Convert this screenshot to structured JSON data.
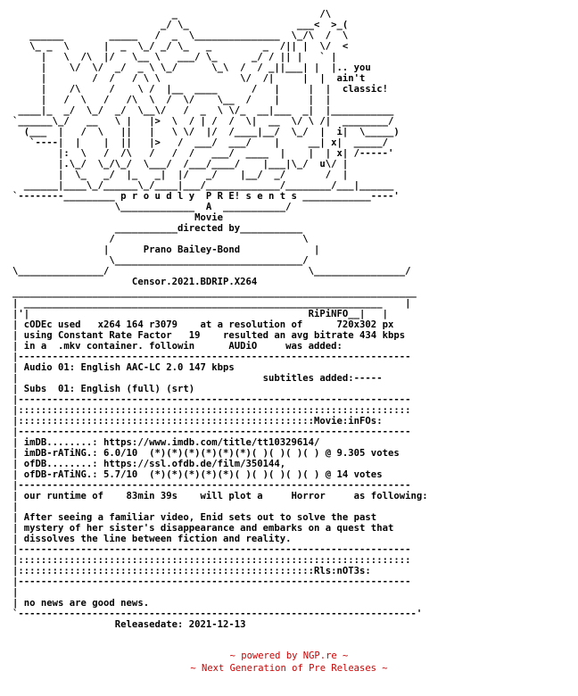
{
  "nfo": {
    "lines": [
      "                            _                         /\\  ",
      "                          _/ \\_                   ___<  >_(",
      "   ______        _____   /  _  \\_______________  \\_/\\  /  \\",
      "   \\_ _  \\      |  _  \\_/ _/ \\_   _         _  /|| |  \\/  <",
      "     |   \\  /\\  |/   \\__ \\   ___/ \\_      _/ / || |   ` |",
      "     |    \\/  \\/  _/  _ \\ \\_/      \\_\\  /  / _||___| |  |.. you",
      "     |        /  /   / \\ \\              \\/  /|     |  |  ain't",
      "     |    /\\     /    \\ /  |__  ____      /   |     |  |  classic!",
      "     |   /  \\   /   /\\  \\  /  \\/    \\__  /    |     |  |",
      " ____|_  _/  \\_/  _/  \\__\\/   /  _  \\ \\/_  __|___  _|  |___________",
      "`______\\_/   __   \\ |   |>  \\  / | /  /  \\|  __  \\/ \\ /|  ________/",
      "  (___  |   /  \\   ||   |   \\ \\/  |/  /____|__/  \\_/  |  i|  \\_____)",
      "   `----|  |    |  ||   |>   /  ___/  ___/    |     __| x|  _____/",
      "        |:  \\   /  /\\   /   /  /   ___/  ____  |    |  | x| /-----'",
      "        |.\\_/  \\_/\\_/  \\___/  /___/____/    |___|\\_/  u\\/ |",
      "        |  \\_   _/  |_   _|  |/   _/    |__/  _/       /  |",
      "  ______|____\\_/______\\_/____|___/_____________/________/___|______",
      "`--------_________ p r o u d l y  P R E! s e n t s ____________----'",
      "                  \\_____________  A  ___________/",
      "                                Movie",
      "                  ___________directed by___________",
      "                 /                                 \\",
      "                |      Prano Bailey-Bond             |",
      "                 \\_________________________________/",
      "\\_______________/                                   \\________________/",
      "                     Censor.2021.BDRIP.X264",
      "_______________________________________________________________________",
      "| _______________________________________________________________    |",
      "|'|                                                 RiPiNFO__|   |",
      "| cODEc used   x264 164 r3079    at a resolution of      720x302 px",
      "| using Constant Rate Factor   19    resulted an avg bitrate 434 kbps",
      "| in a  .mkv container. followin      AUDiO     was added:",
      "|---------------------------------------------------------------------",
      "| Audio 01: English AAC-LC 2.0 147 kbps",
      "|                                           subtitles added:-----",
      "| Subs  01: English (full) (srt)",
      "|---------------------------------------------------------------------",
      "|:::::::::::::::::::::::::::::::::::::::::::::::::::::::::::::::::::::",
      "|::::::::::::::::::::::::::::::::::::::::::::::::::::Movie:inFOs:",
      "|---------------------------------------------------------------------",
      "| imDB........: https://www.imdb.com/title/tt10329614/",
      "| imDB-rATiNG.: 6.0/10  (*)(*)(*)(*)(*)(*)( )( )( )( ) @ 9.305 votes",
      "| ofDB........: https://ssl.ofdb.de/film/350144,",
      "| ofDB-rATiNG.: 5.7/10  (*)(*)(*)(*)(*)( )( )( )( )( ) @ 14 votes",
      "|---------------------------------------------------------------------",
      "| our runtime of    83min 39s    will plot a     Horror     as following:",
      "|",
      "| After seeing a familiar video, Enid sets out to solve the past",
      "| mystery of her sister's disappearance and embarks on a quest that",
      "| dissolves the line between fiction and reality.",
      "|---------------------------------------------------------------------",
      "|:::::::::::::::::::::::::::::::::::::::::::::::::::::::::::::::::::::",
      "|::::::::::::::::::::::::::::::::::::::::::::::::::::Rls:nOT3s:",
      "|---------------------------------------------------------------------",
      "|",
      "| no news are good news.",
      "`----------------------------------------------------------------------'",
      "                  Releasedate: 2021-12-13"
    ]
  },
  "footer": {
    "powered_by": "~ powered by NGP.re ~",
    "tagline": "~ Next Generation of Pre Releases ~",
    "color": "#cc0000"
  }
}
